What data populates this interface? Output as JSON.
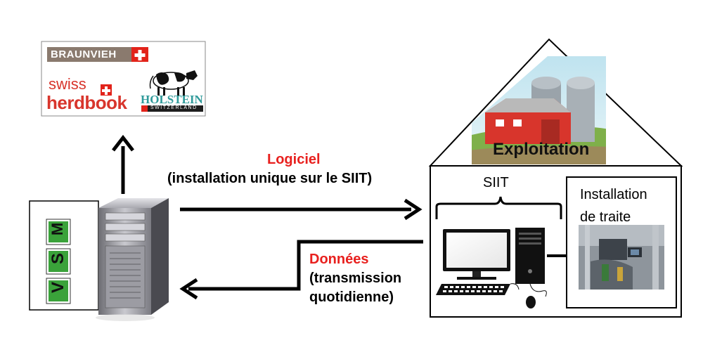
{
  "logos": {
    "braunvieh": "BRAUNVIEH",
    "swiss": "swiss",
    "herdbook": "herdbook",
    "holstein": "HOLSTEIN",
    "holstein_sub": "SWITZERLAND"
  },
  "software": {
    "title": "Logiciel",
    "subtitle": "(installation unique sur le SIIT)"
  },
  "data_flow": {
    "title": "Données",
    "line1": "(transmission",
    "line2": "quotidienne)"
  },
  "farm": {
    "title": "Exploitation",
    "siit_label": "SIIT",
    "milking_line1": "Installation",
    "milking_line2": "de traite"
  },
  "vsm": [
    "V",
    "S",
    "M"
  ],
  "colors": {
    "accent_red": "#e8201e",
    "vsm_green": "#3aa23a",
    "outline": "#000000"
  }
}
